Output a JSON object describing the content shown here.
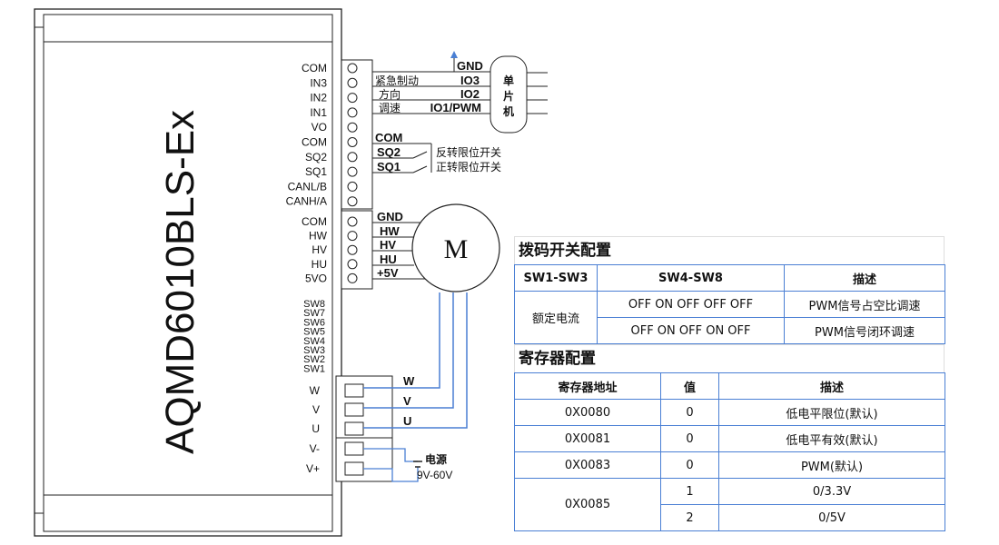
{
  "driver": {
    "model": "AQMD6010BLS-Ex",
    "pins_top": [
      "COM",
      "IN3",
      "IN2",
      "IN1",
      "VO",
      "COM",
      "SQ2",
      "SQ1",
      "CANL/B",
      "CANH/A"
    ],
    "pins_mid": [
      "COM",
      "HW",
      "HV",
      "HU",
      "5VO"
    ],
    "pins_sw": [
      "SW8",
      "SW7",
      "SW6",
      "SW5",
      "SW4",
      "SW3",
      "SW2",
      "SW1"
    ],
    "pins_power": [
      "W",
      "V",
      "U",
      "V-",
      "V+"
    ]
  },
  "wiring": {
    "mcu": {
      "chars": [
        "单",
        "片",
        "机"
      ],
      "lines": [
        "GND",
        "IO3",
        "IO2",
        "IO1/PWM"
      ]
    },
    "signals": [
      "紧急制动",
      "方向",
      "调速"
    ],
    "limit": {
      "com": "COM",
      "sq2": "SQ2",
      "sq1": "SQ1",
      "sq2_desc": "反转限位开关",
      "sq1_desc": "正转限位开关"
    },
    "hall": [
      "GND",
      "HW",
      "HV",
      "HU",
      "+5V"
    ],
    "motor_label": "M",
    "phases": [
      "W",
      "V",
      "U"
    ],
    "power": {
      "label": "电源",
      "range": "9V-60V"
    }
  },
  "dip_table": {
    "title": "拨码开关配置",
    "headers": [
      "SW1-SW3",
      "SW4-SW8",
      "描述"
    ],
    "group": "额定电流",
    "rows": [
      {
        "sw48": "OFF ON OFF OFF OFF",
        "desc": "PWM信号占空比调速"
      },
      {
        "sw48": "OFF ON OFF ON OFF",
        "desc": "PWM信号闭环调速"
      }
    ]
  },
  "reg_table": {
    "title": "寄存器配置",
    "headers": [
      "寄存器地址",
      "值",
      "描述"
    ],
    "rows": [
      {
        "addr": "0X0080",
        "val": "0",
        "desc": "低电平限位(默认)"
      },
      {
        "addr": "0X0081",
        "val": "0",
        "desc": "低电平有效(默认)"
      },
      {
        "addr": "0X0083",
        "val": "0",
        "desc": "PWM(默认)"
      }
    ],
    "last": {
      "addr": "0X0085",
      "rows": [
        {
          "val": "1",
          "desc": "0/3.3V"
        },
        {
          "val": "2",
          "desc": "0/5V"
        }
      ]
    }
  },
  "colors": {
    "wire": "#4a7fd4",
    "line": "#222222",
    "table_border": "#4a7fd4"
  }
}
